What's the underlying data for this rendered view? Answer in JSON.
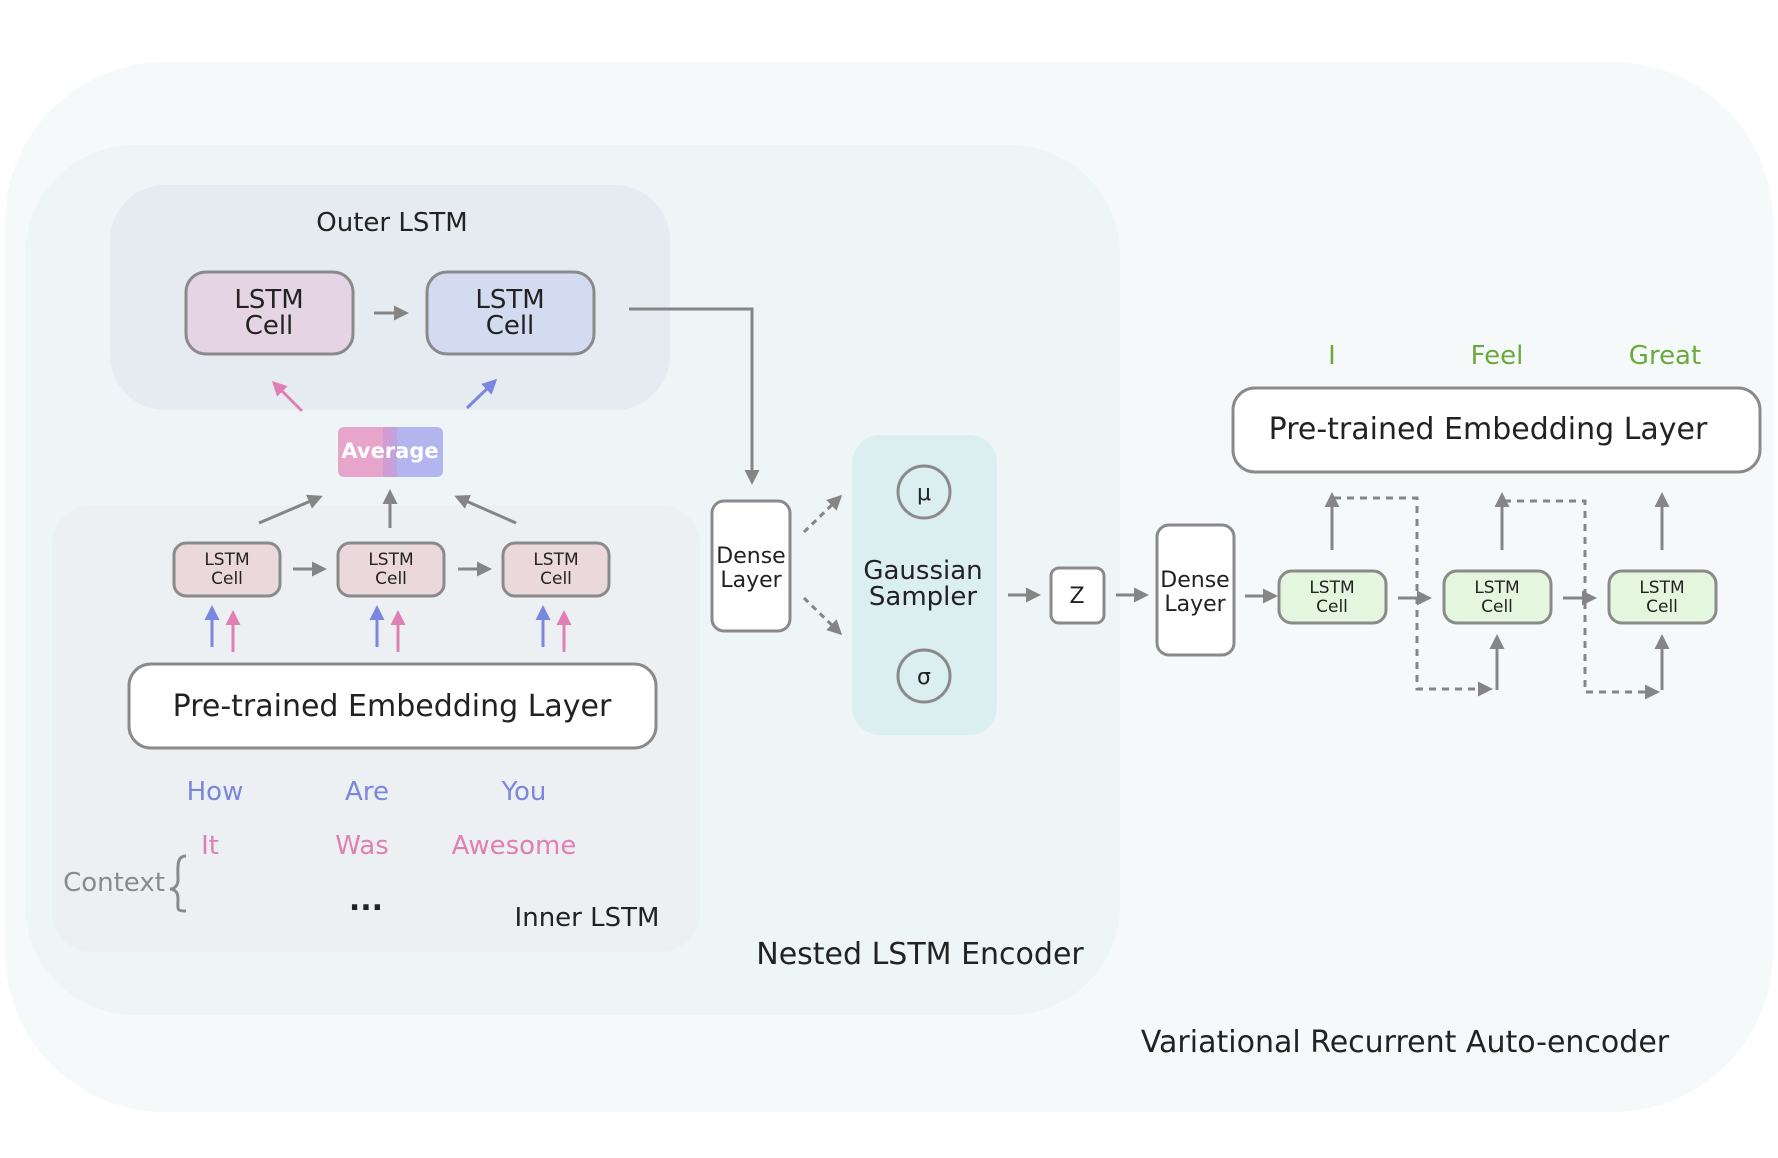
{
  "outer_title": "Variational Recurrent Auto-encoder",
  "encoder_title": "Nested LSTM Encoder",
  "outer_lstm": {
    "title": "Outer LSTM",
    "cell1": [
      "LSTM",
      "Cell"
    ],
    "cell2": [
      "LSTM",
      "Cell"
    ]
  },
  "average_label": "Average",
  "inner_lstm": {
    "title": "Inner LSTM",
    "cells": [
      [
        "LSTM",
        "Cell"
      ],
      [
        "LSTM",
        "Cell"
      ],
      [
        "LSTM",
        "Cell"
      ]
    ],
    "embedding_label": "Pre-trained Embedding Layer",
    "input_words": [
      "How",
      "Are",
      "You"
    ],
    "context_words": [
      "It",
      "Was",
      "Awesome"
    ],
    "context_label": "Context",
    "ellipsis": "..."
  },
  "dense_layer_encoder": [
    "Dense",
    "Layer"
  ],
  "sampler": {
    "title": [
      "Gaussian",
      "Sampler"
    ],
    "mu": "μ",
    "sigma": "σ"
  },
  "z_label": "Z",
  "dense_layer_decoder": [
    "Dense",
    "Layer"
  ],
  "decoder": {
    "embedding_label": "Pre-trained Embedding Layer",
    "output_words": [
      "I",
      "Feel",
      "Great"
    ],
    "cells": [
      [
        "LSTM",
        "Cell"
      ],
      [
        "LSTM",
        "Cell"
      ],
      [
        "LSTM",
        "Cell"
      ]
    ]
  },
  "colors": {
    "pink": "#d97ab0",
    "blue": "#7a86dc",
    "green": "#6aaa3c",
    "arrow": "#808080"
  }
}
